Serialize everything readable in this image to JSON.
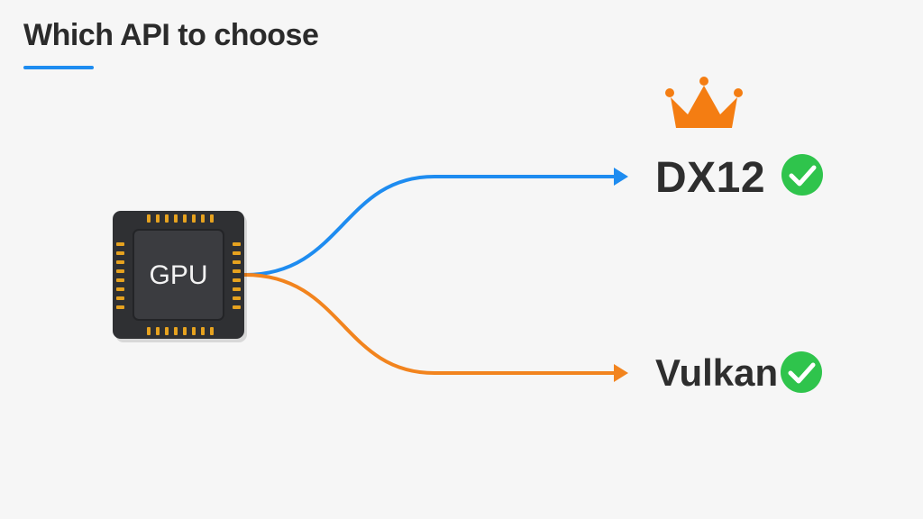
{
  "header": {
    "title": "Which API to choose"
  },
  "chip": {
    "label": "GPU"
  },
  "outputs": [
    {
      "label": "DX12",
      "color": "#1e8cf0",
      "status": "check-icon",
      "badge": "crown-icon"
    },
    {
      "label": "Vulkan",
      "color": "#f2841e",
      "status": "check-icon"
    }
  ],
  "colors": {
    "background": "#f6f6f6",
    "chip_body": "#2f3033",
    "chip_pins": "#e6a21f",
    "crown": "#f47d12",
    "check": "#2fc44c",
    "text": "#2e2e2e"
  }
}
